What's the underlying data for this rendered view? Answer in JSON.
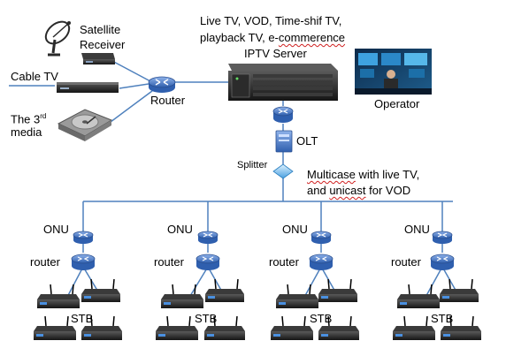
{
  "head_end": {
    "satellite_label_1": "Satellite",
    "satellite_label_2": "Receiver",
    "cable_tv_label": "Cable TV",
    "third_media_pre": "The 3",
    "third_media_sup": "rd",
    "third_media_line2": "media",
    "router_label": "Router"
  },
  "server": {
    "services_line_1": "Live TV, VOD, Time-shif TV,",
    "services_line_2_a": "playback TV, e-",
    "services_line_2_b": "commerence",
    "title": "IPTV Server"
  },
  "operator_label": "Operator",
  "distribution": {
    "olt_label": "OLT",
    "splitter_label": "Splitter",
    "note_line_1_a": "Multicase",
    "note_line_1_b": " with live TV,",
    "note_line_2_a": "and ",
    "note_line_2_b": "unicast",
    "note_line_2_c": " for VOD"
  },
  "branches": [
    {
      "onu_label": "ONU",
      "router_label": "router",
      "stb_label": "STB"
    },
    {
      "onu_label": "ONU",
      "router_label": "router",
      "stb_label": "STB"
    },
    {
      "onu_label": "ONU",
      "router_label": "router",
      "stb_label": "STB"
    },
    {
      "onu_label": "ONU",
      "router_label": "router",
      "stb_label": "STB"
    }
  ],
  "colors": {
    "link_line": "#4f81bd",
    "router_blue": "#4a77c4",
    "misspelling_underline": "#d02020"
  }
}
